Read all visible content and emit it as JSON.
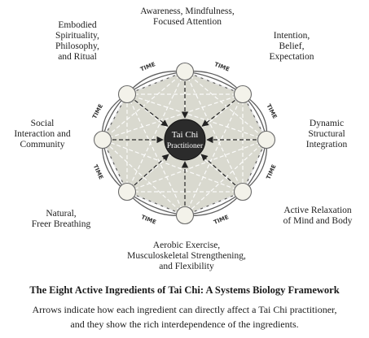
{
  "center": {
    "line1": "Tai Chi",
    "line2": "Practitioner"
  },
  "time_label": "TIME",
  "ingredients": [
    {
      "id": "awareness",
      "text": "Awareness, Mindfulness,\nFocused Attention"
    },
    {
      "id": "intention",
      "text": "Intention,\nBelief,\nExpectation"
    },
    {
      "id": "dynamic",
      "text": "Dynamic\nStructural\nIntegration"
    },
    {
      "id": "relaxation",
      "text": "Active Relaxation\nof Mind and Body"
    },
    {
      "id": "aerobic",
      "text": "Aerobic Exercise,\nMusculoskeletal Strengthening,\nand Flexibility"
    },
    {
      "id": "breathing",
      "text": "Natural,\nFreer Breathing"
    },
    {
      "id": "social",
      "text": "Social\nInteraction and\nCommunity"
    },
    {
      "id": "spirituality",
      "text": "Embodied\nSpirituality,\nPhilosophy,\nand Ritual"
    }
  ],
  "caption": {
    "title": "The Eight Active Ingredients of Tai Chi: A Systems Biology Framework",
    "line1": "Arrows indicate how each ingredient can directly affect a Tai Chi practitioner,",
    "line2": "and they show the rich interdependence of the ingredients."
  },
  "colors": {
    "octagon_fill": "#d9d9cf",
    "node_fill": "#f3f2ea",
    "center_fill": "#2b2b2b",
    "line": "#5e5e5e"
  }
}
